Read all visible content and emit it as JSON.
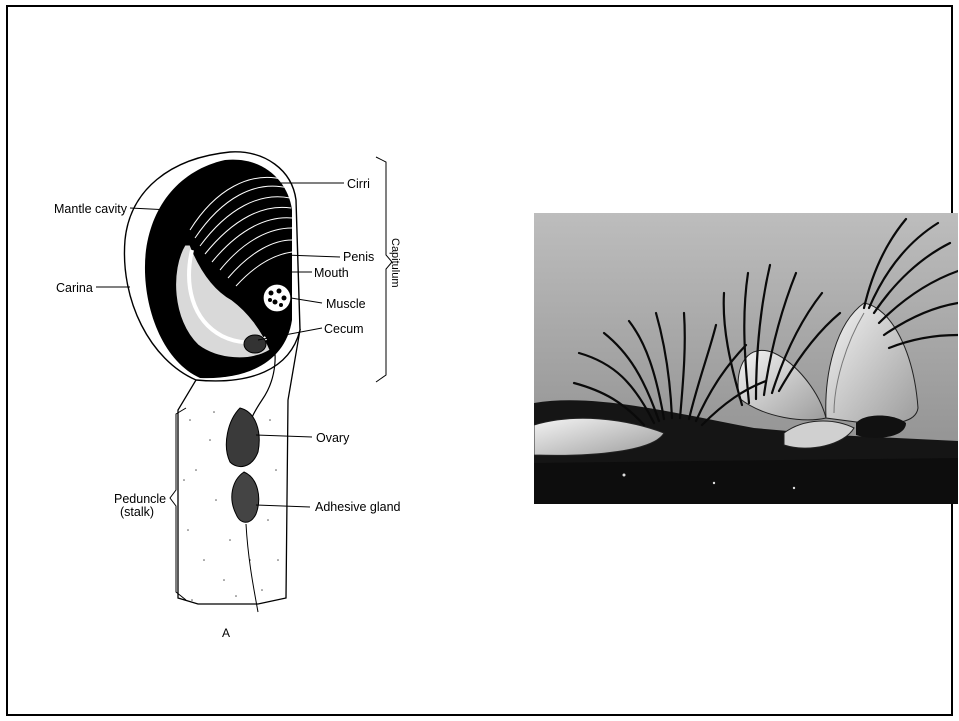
{
  "labels": {
    "mantle_cavity": "Mantle cavity",
    "carina": "Carina",
    "cirri": "Cirri",
    "penis": "Penis",
    "mouth": "Mouth",
    "muscle": "Muscle",
    "cecum": "Cecum",
    "capitulum": "Capitulum",
    "ovary": "Ovary",
    "peduncle_line1": "Peduncle",
    "peduncle_line2": "(stalk)",
    "adhesive_gland": "Adhesive gland",
    "figure_letter": "A"
  },
  "colors": {
    "ink": "#000000",
    "paper": "#ffffff",
    "photo_bg": "#9a9a9a"
  }
}
